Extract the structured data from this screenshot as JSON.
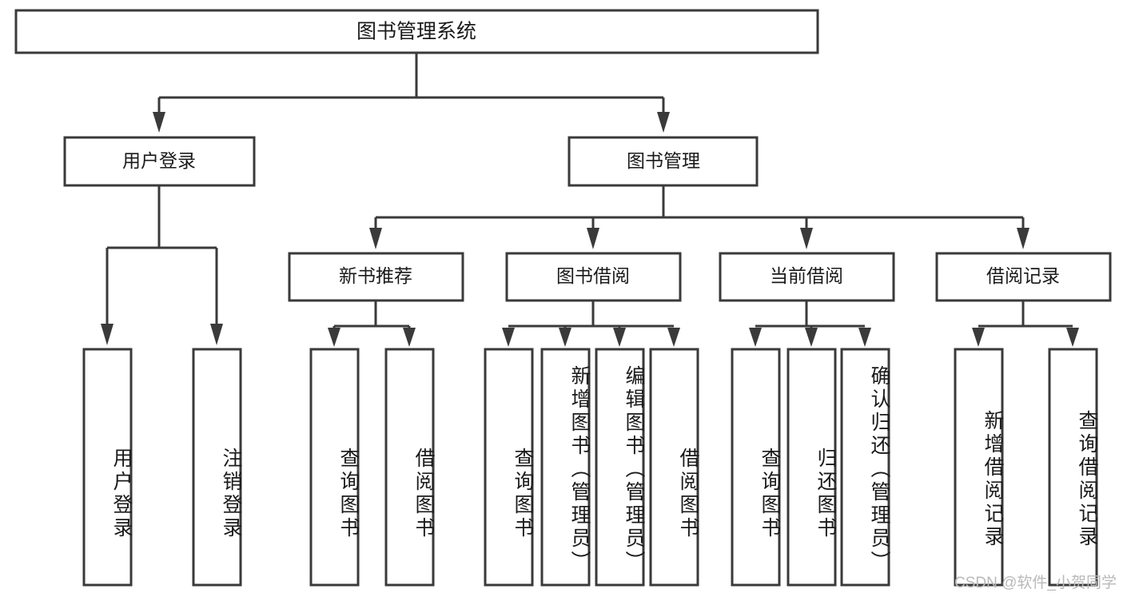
{
  "diagram": {
    "type": "tree",
    "title": "图书管理系统",
    "watermark": "CSDN @软件_小贺同学",
    "colors": {
      "stroke": "#3a3a3a",
      "fill": "#ffffff",
      "text": "#1a1a1a",
      "watermark": "#b9b9b9"
    },
    "root": {
      "label": "图书管理系统"
    },
    "level2": [
      {
        "label": "用户登录"
      },
      {
        "label": "图书管理"
      }
    ],
    "level3": [
      {
        "label": "新书推荐"
      },
      {
        "label": "图书借阅"
      },
      {
        "label": "当前借阅"
      },
      {
        "label": "借阅记录"
      }
    ],
    "leaves": [
      {
        "label": "用户登录",
        "parent": "用户登录"
      },
      {
        "label": "注销登录",
        "parent": "用户登录"
      },
      {
        "label": "查询图书",
        "parent": "新书推荐"
      },
      {
        "label": "借阅图书",
        "parent": "新书推荐"
      },
      {
        "label": "查询图书",
        "parent": "图书借阅"
      },
      {
        "label": "新增图书（管理员）",
        "parent": "图书借阅"
      },
      {
        "label": "编辑图书（管理员）",
        "parent": "图书借阅"
      },
      {
        "label": "借阅图书",
        "parent": "图书借阅"
      },
      {
        "label": "查询图书",
        "parent": "当前借阅"
      },
      {
        "label": "归还图书",
        "parent": "当前借阅"
      },
      {
        "label": "确认归还（管理员）",
        "parent": "当前借阅"
      },
      {
        "label": "新增借阅记录",
        "parent": "借阅记录"
      },
      {
        "label": "查询借阅记录",
        "parent": "借阅记录"
      }
    ]
  }
}
